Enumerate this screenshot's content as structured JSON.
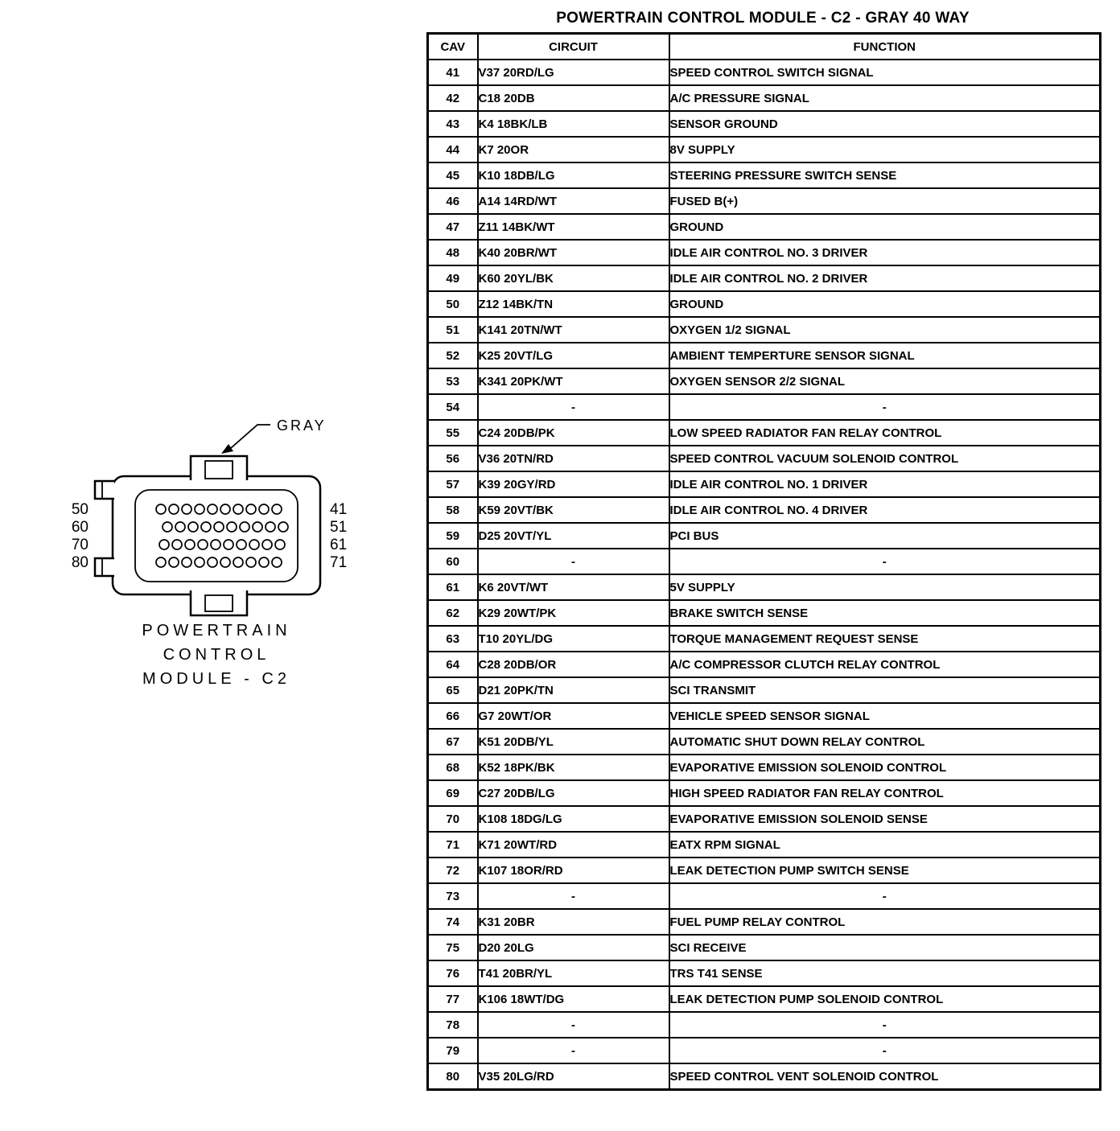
{
  "title": "POWERTRAIN CONTROL MODULE - C2 - GRAY 40 WAY",
  "connector": {
    "color_label": "GRAY",
    "left_pins": [
      "50",
      "60",
      "70",
      "80"
    ],
    "right_pins": [
      "41",
      "51",
      "61",
      "71"
    ],
    "caption_lines": [
      "POWERTRAIN",
      "CONTROL",
      "MODULE - C2"
    ]
  },
  "table": {
    "headers": [
      "CAV",
      "CIRCUIT",
      "FUNCTION"
    ],
    "rows": [
      {
        "cav": "41",
        "circuit": "V37 20RD/LG",
        "function": "SPEED CONTROL SWITCH SIGNAL"
      },
      {
        "cav": "42",
        "circuit": "C18 20DB",
        "function": "A/C PRESSURE SIGNAL"
      },
      {
        "cav": "43",
        "circuit": "K4 18BK/LB",
        "function": "SENSOR GROUND"
      },
      {
        "cav": "44",
        "circuit": "K7 20OR",
        "function": "8V SUPPLY"
      },
      {
        "cav": "45",
        "circuit": "K10 18DB/LG",
        "function": "STEERING PRESSURE SWITCH SENSE"
      },
      {
        "cav": "46",
        "circuit": "A14 14RD/WT",
        "function": "FUSED B(+)"
      },
      {
        "cav": "47",
        "circuit": "Z11 14BK/WT",
        "function": "GROUND"
      },
      {
        "cav": "48",
        "circuit": "K40 20BR/WT",
        "function": "IDLE AIR CONTROL NO. 3 DRIVER"
      },
      {
        "cav": "49",
        "circuit": "K60 20YL/BK",
        "function": "IDLE AIR CONTROL NO. 2 DRIVER"
      },
      {
        "cav": "50",
        "circuit": "Z12 14BK/TN",
        "function": "GROUND"
      },
      {
        "cav": "51",
        "circuit": "K141 20TN/WT",
        "function": "OXYGEN 1/2 SIGNAL"
      },
      {
        "cav": "52",
        "circuit": "K25 20VT/LG",
        "function": "AMBIENT TEMPERTURE SENSOR SIGNAL"
      },
      {
        "cav": "53",
        "circuit": "K341 20PK/WT",
        "function": "OXYGEN SENSOR 2/2 SIGNAL"
      },
      {
        "cav": "54",
        "circuit": "-",
        "function": "-"
      },
      {
        "cav": "55",
        "circuit": "C24 20DB/PK",
        "function": "LOW SPEED RADIATOR FAN RELAY CONTROL"
      },
      {
        "cav": "56",
        "circuit": "V36 20TN/RD",
        "function": "SPEED CONTROL VACUUM SOLENOID CONTROL"
      },
      {
        "cav": "57",
        "circuit": "K39 20GY/RD",
        "function": "IDLE AIR CONTROL NO. 1 DRIVER"
      },
      {
        "cav": "58",
        "circuit": "K59 20VT/BK",
        "function": "IDLE AIR CONTROL NO. 4 DRIVER"
      },
      {
        "cav": "59",
        "circuit": "D25 20VT/YL",
        "function": "PCI BUS"
      },
      {
        "cav": "60",
        "circuit": "-",
        "function": "-"
      },
      {
        "cav": "61",
        "circuit": "K6 20VT/WT",
        "function": "5V SUPPLY"
      },
      {
        "cav": "62",
        "circuit": "K29 20WT/PK",
        "function": "BRAKE SWITCH SENSE"
      },
      {
        "cav": "63",
        "circuit": "T10 20YL/DG",
        "function": "TORQUE MANAGEMENT REQUEST SENSE"
      },
      {
        "cav": "64",
        "circuit": "C28 20DB/OR",
        "function": "A/C COMPRESSOR CLUTCH RELAY CONTROL"
      },
      {
        "cav": "65",
        "circuit": "D21 20PK/TN",
        "function": "SCI TRANSMIT"
      },
      {
        "cav": "66",
        "circuit": "G7 20WT/OR",
        "function": "VEHICLE SPEED SENSOR SIGNAL"
      },
      {
        "cav": "67",
        "circuit": "K51 20DB/YL",
        "function": "AUTOMATIC SHUT DOWN RELAY CONTROL"
      },
      {
        "cav": "68",
        "circuit": "K52 18PK/BK",
        "function": "EVAPORATIVE EMISSION SOLENOID CONTROL"
      },
      {
        "cav": "69",
        "circuit": "C27 20DB/LG",
        "function": "HIGH SPEED RADIATOR FAN RELAY CONTROL"
      },
      {
        "cav": "70",
        "circuit": "K108 18DG/LG",
        "function": "EVAPORATIVE EMISSION SOLENOID SENSE"
      },
      {
        "cav": "71",
        "circuit": "K71 20WT/RD",
        "function": "EATX RPM SIGNAL"
      },
      {
        "cav": "72",
        "circuit": "K107 18OR/RD",
        "function": "LEAK DETECTION PUMP SWITCH SENSE"
      },
      {
        "cav": "73",
        "circuit": "-",
        "function": "-"
      },
      {
        "cav": "74",
        "circuit": "K31 20BR",
        "function": "FUEL PUMP RELAY CONTROL"
      },
      {
        "cav": "75",
        "circuit": "D20 20LG",
        "function": "SCI RECEIVE"
      },
      {
        "cav": "76",
        "circuit": "T41 20BR/YL",
        "function": "TRS T41 SENSE"
      },
      {
        "cav": "77",
        "circuit": "K106 18WT/DG",
        "function": "LEAK DETECTION PUMP SOLENOID CONTROL"
      },
      {
        "cav": "78",
        "circuit": "-",
        "function": "-"
      },
      {
        "cav": "79",
        "circuit": "-",
        "function": "-"
      },
      {
        "cav": "80",
        "circuit": "V35 20LG/RD",
        "function": "SPEED CONTROL VENT SOLENOID CONTROL"
      }
    ]
  }
}
